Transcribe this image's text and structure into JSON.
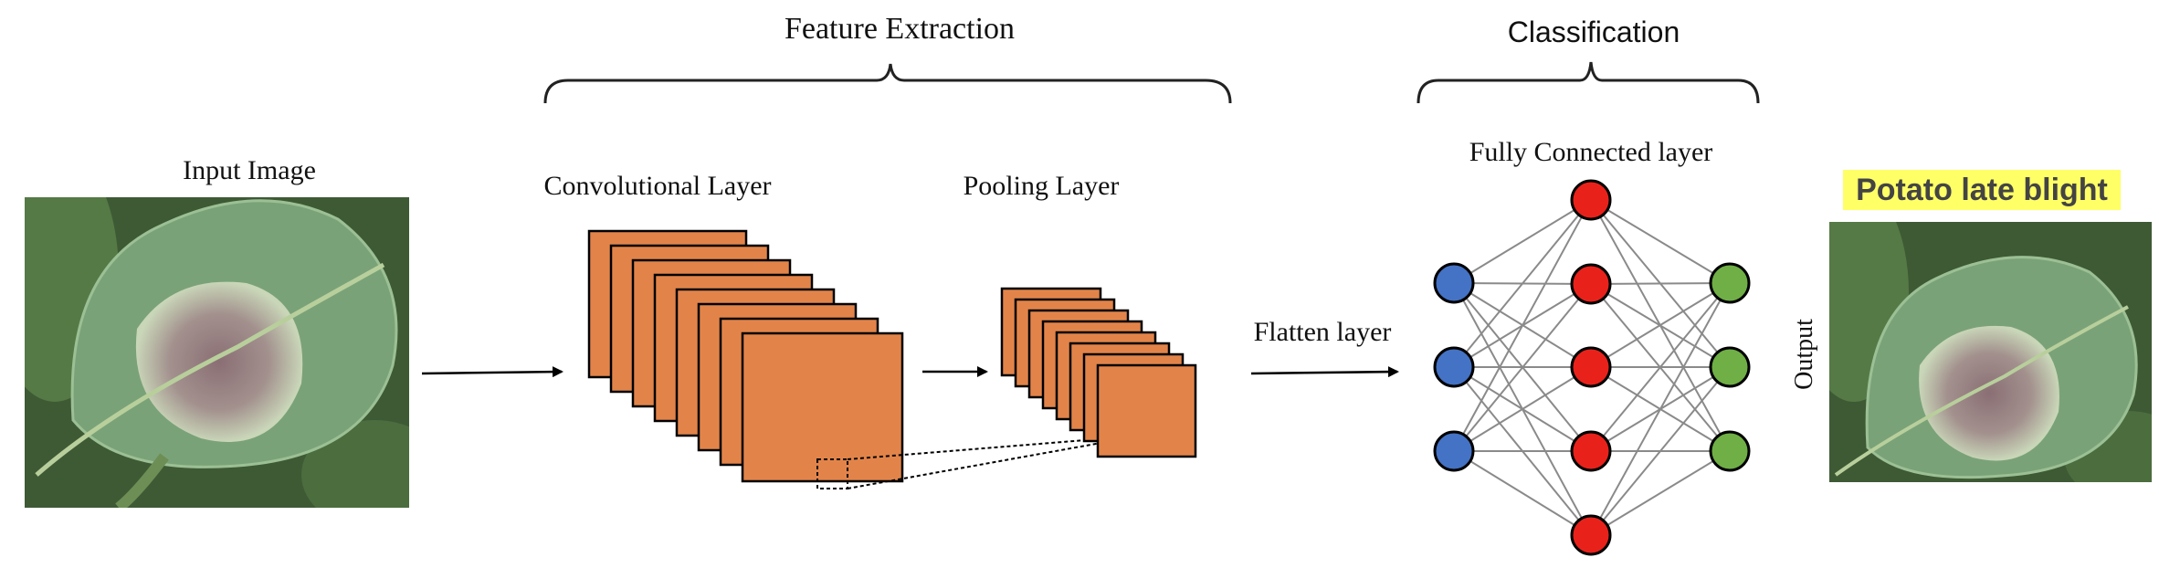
{
  "header": {
    "feature_extraction": "Feature Extraction",
    "classification": "Classification"
  },
  "labels": {
    "input_image": "Input Image",
    "conv_layer": "Convolutional Layer",
    "pooling_layer": "Pooling Layer",
    "flatten_layer": "Flatten layer",
    "fc_layer": "Fully Connected layer",
    "output": "Output",
    "prediction": "Potato late blight"
  },
  "colors": {
    "feature_map": "#E2844A",
    "input_node": "#4472C4",
    "hidden_node": "#E8221B",
    "output_node": "#6FAF46",
    "prediction_highlight": "#FFFF66",
    "leaf_green": "#6E9A66",
    "lesion_brown": "#8F7F7E"
  },
  "network": {
    "input_nodes": 3,
    "hidden_nodes": 5,
    "output_nodes": 3
  },
  "icons": {
    "input_picture": "potato-leaf-image",
    "output_picture": "potato-leaf-image"
  }
}
